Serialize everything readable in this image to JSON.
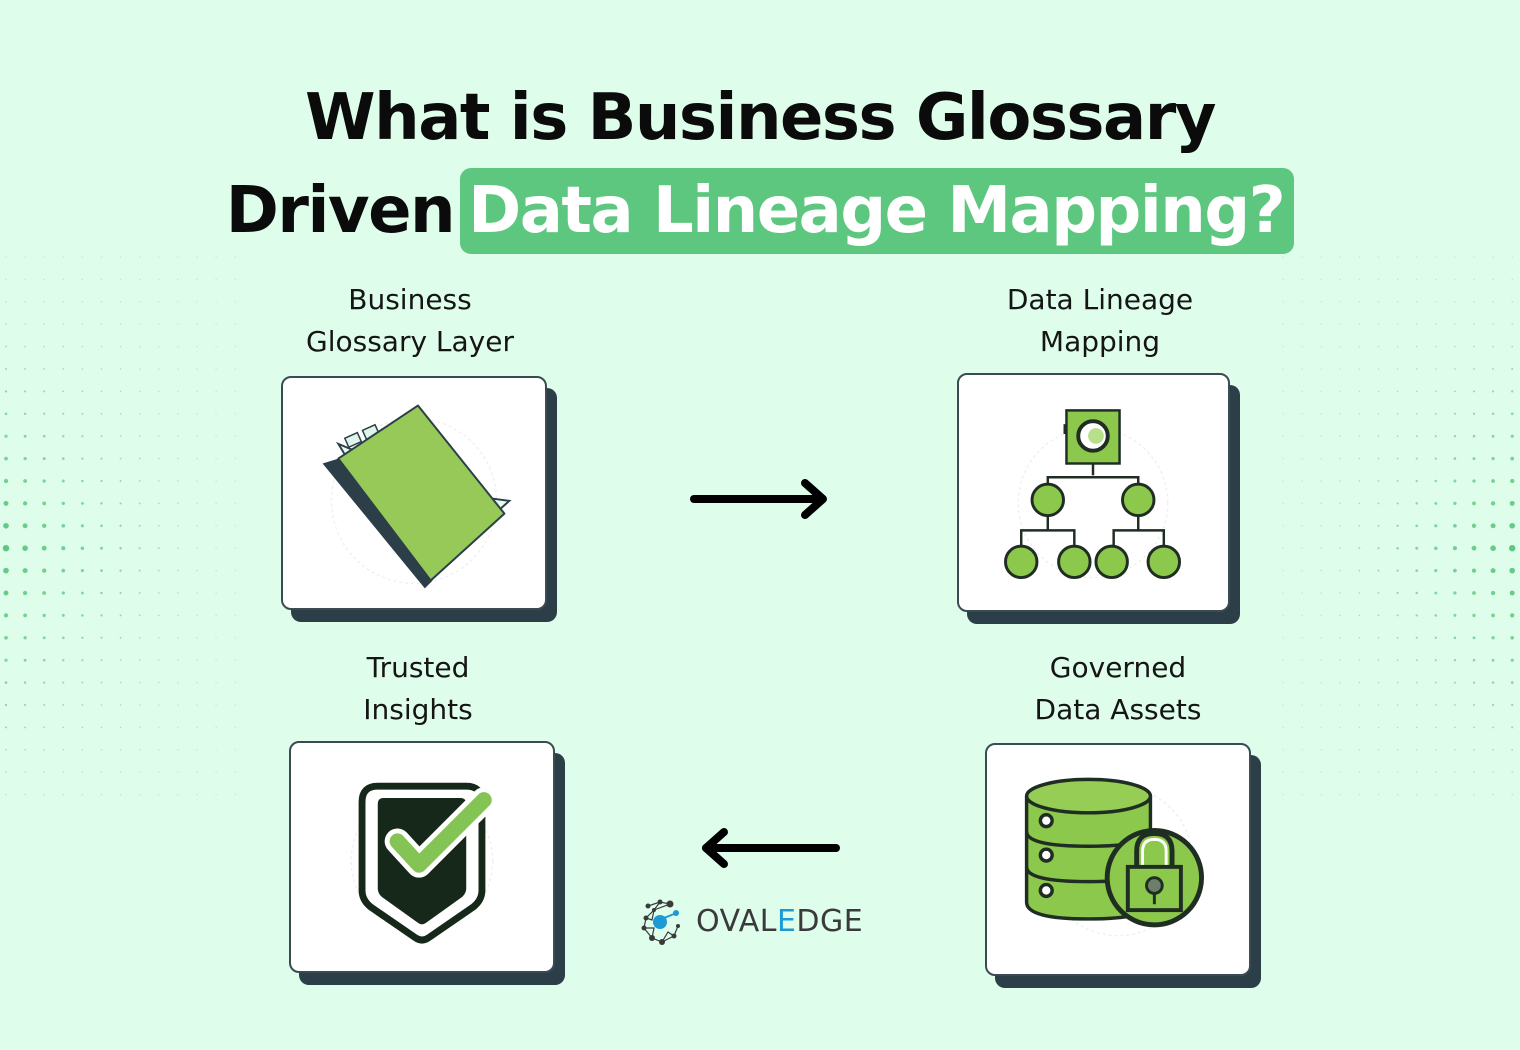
{
  "title": {
    "line1": "What is Business Glossary",
    "line2_prefix": "Driven",
    "line2_highlight": "Data Lineage Mapping?"
  },
  "colors": {
    "background": "#defdea",
    "highlight": "#5ec77f",
    "icon_green": "#8cc84b",
    "card_shadow": "#2c3e48",
    "dots": "#5ec77f",
    "logo_accent": "#1b9ad6"
  },
  "steps": [
    {
      "line1": "Business",
      "line2": "Glossary Layer",
      "icon": "book-icon"
    },
    {
      "line1": "Data Lineage",
      "line2": "Mapping",
      "icon": "hierarchy-tree-icon"
    },
    {
      "line1": "Governed",
      "line2": "Data Assets",
      "icon": "database-lock-icon"
    },
    {
      "line1": "Trusted",
      "line2": "Insights",
      "icon": "shield-check-icon"
    }
  ],
  "arrows": [
    {
      "from": "Business Glossary Layer",
      "to": "Data Lineage Mapping",
      "direction": "right"
    },
    {
      "from": "Governed Data Assets",
      "to": "Trusted Insights",
      "direction": "left"
    }
  ],
  "logo": {
    "prefix": "OVAL",
    "accent": "E",
    "suffix": "DGE"
  }
}
